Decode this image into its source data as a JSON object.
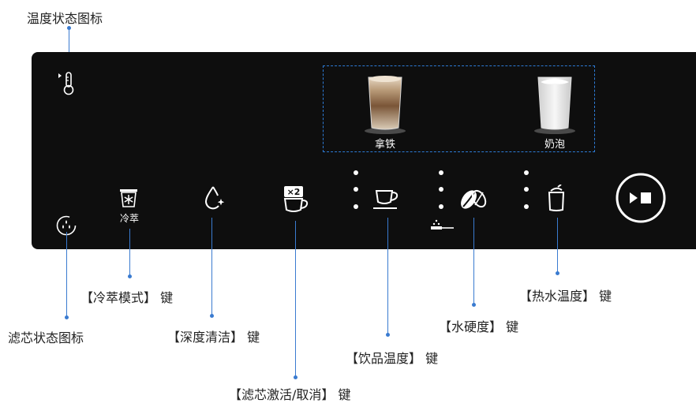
{
  "annotations": {
    "temp_status_icon": "温度状态图标",
    "filter_status_icon": "滤芯状态图标",
    "cold_brew_key": "【冷萃模式】 键",
    "deep_clean_key": "【深度清洁】 键",
    "filter_activate_key": "【滤芯激活/取消】 键",
    "drink_temp_key": "【饮品温度】 键",
    "water_hardness_key": "【水硬度】 键",
    "hot_water_temp_key": "【热水温度】 键"
  },
  "panel": {
    "cold_brew_label": "冷萃",
    "drinks": [
      {
        "label": "拿铁"
      },
      {
        "label": "奶泡"
      }
    ],
    "double_badge": "×2"
  },
  "colors": {
    "panel_bg": "#0e0e0e",
    "annotation_line": "#3a7bd0",
    "selection_border": "#2d7bd6"
  },
  "icons": [
    "thermometer-icon",
    "filter-drops-icon",
    "cold-brew-icon",
    "deep-clean-drop-icon",
    "double-cup-icon",
    "cup-icon",
    "coffee-beans-icon",
    "scale-icon",
    "hot-water-kettle-icon",
    "start-stop-icon"
  ]
}
